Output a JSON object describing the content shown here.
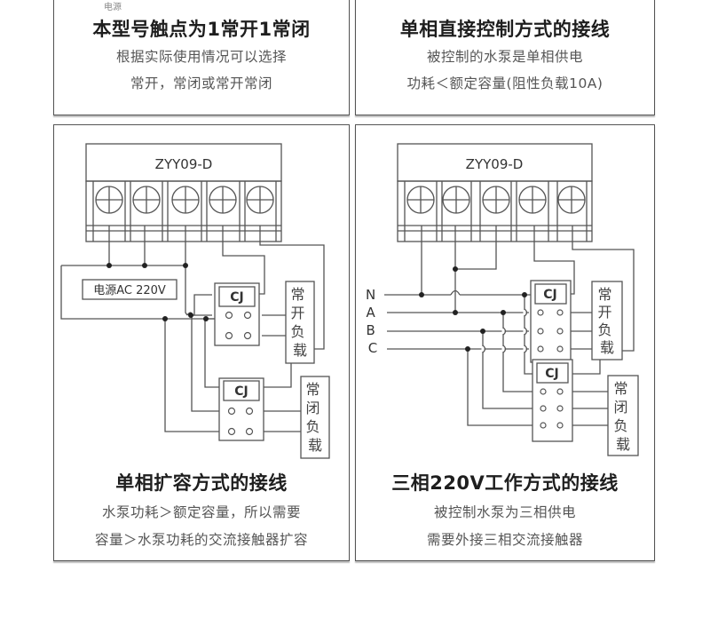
{
  "top_cut_text": "电源",
  "panels": [
    {
      "title": "本型号触点为1常开1常闭",
      "lines": [
        "根据实际使用情况可以选择",
        "常开，常闭或常开常闭"
      ]
    },
    {
      "title": "单相直接控制方式的接线",
      "lines": [
        "被控制的水泵是单相供电",
        "功耗＜额定容量(阻性负载10A)"
      ]
    },
    {
      "title": "单相扩容方式的接线",
      "lines": [
        "水泵功耗＞额定容量，所以需要",
        "容量＞水泵功耗的交流接触器扩容"
      ],
      "diagram": {
        "device_label": "ZYY09-D",
        "terminal_count": 5,
        "power_label": "电源AC 220V",
        "contactor_label": "CJ",
        "no_load_label": [
          "常",
          "开",
          "负",
          "载"
        ],
        "nc_load_label": [
          "常",
          "闭",
          "负",
          "载"
        ]
      }
    },
    {
      "title": "三相220V工作方式的接线",
      "lines": [
        "被控制水泵为三相供电",
        "需要外接三相交流接触器"
      ],
      "diagram": {
        "device_label": "ZYY09-D",
        "terminal_count": 5,
        "phase_labels": [
          "N",
          "A",
          "B",
          "C"
        ],
        "contactor_label": "CJ",
        "no_load_label": [
          "常",
          "开",
          "负",
          "载"
        ],
        "nc_load_label": [
          "常",
          "闭",
          "负",
          "载"
        ]
      }
    }
  ],
  "colors": {
    "line": "#555555",
    "text": "#222222",
    "subtext": "#555555"
  }
}
